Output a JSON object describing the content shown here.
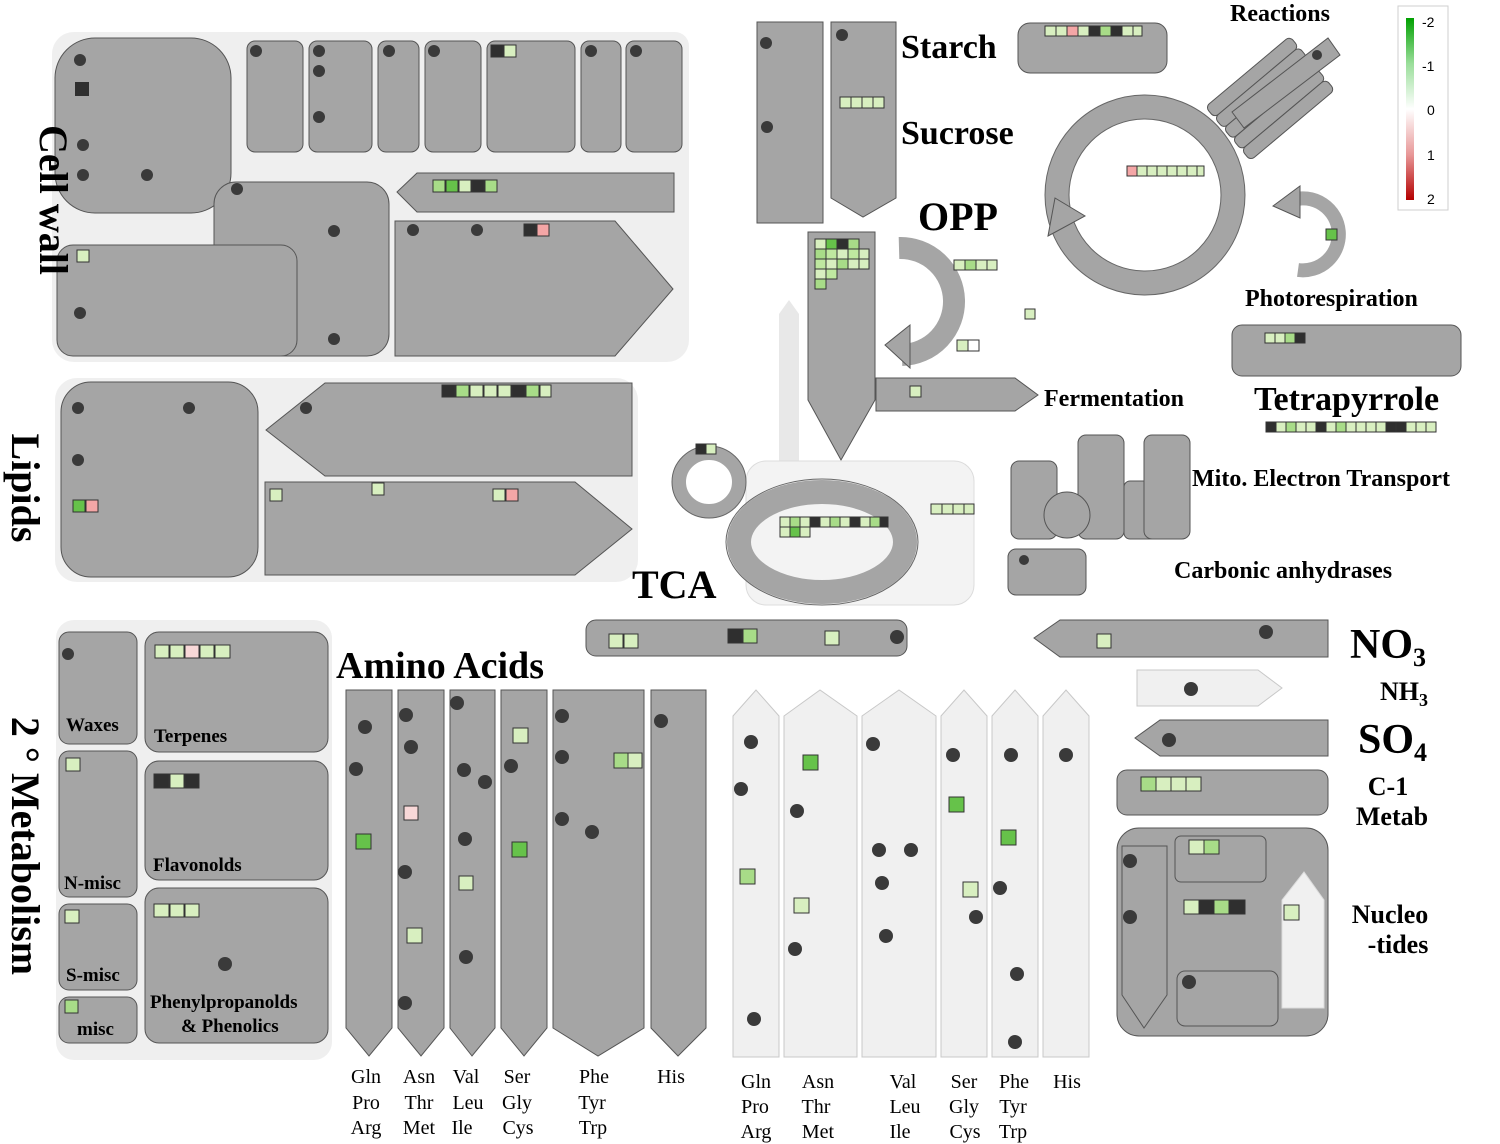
{
  "labels": {
    "cell_wall": "Cell wall",
    "lipids": "Lipids",
    "secondary_metabolism": "2 ° Metabolism",
    "starch": "Starch",
    "sucrose": "Sucrose",
    "opp": "OPP",
    "reactions": "Reactions",
    "photorespiration": "Photorespiration",
    "tetrapyrrole": "Tetrapyrrole",
    "fermentation": "Fermentation",
    "mito_electron_transport": "Mito. Electron Transport",
    "carbonic_anhydrases": "Carbonic anhydrases",
    "tca": "TCA",
    "amino_acids": "Amino Acids",
    "no3": "NO",
    "no3_sub": "3",
    "nh3": "NH",
    "nh3_sub": "3",
    "so4": "SO",
    "so4_sub": "4",
    "c1_line1": "C-1",
    "c1_line2": "Metab",
    "nucleotides_line1": "Nucleo",
    "nucleotides_line2": "-tides",
    "waxes": "Waxes",
    "terpenes": "Terpenes",
    "n_misc": "N-misc",
    "flavonoids": "Flavonolds",
    "s_misc": "S-misc",
    "misc": "misc",
    "phenylpropanoids_line1": "Phenylpropanolds",
    "phenylpropanoids_line2": "& Phenolics"
  },
  "amino_synthesis_columns": [
    {
      "lines": [
        "Gln",
        "Pro",
        "Arg"
      ]
    },
    {
      "lines": [
        "Asn",
        "Thr",
        "Met"
      ]
    },
    {
      "lines": [
        "Val",
        "Leu",
        "Ile"
      ]
    },
    {
      "lines": [
        "Ser",
        "Gly",
        "Cys"
      ]
    },
    {
      "lines": [
        "Phe",
        "Tyr",
        "Trp"
      ]
    },
    {
      "lines": [
        "His"
      ]
    }
  ],
  "amino_degradation_columns": [
    {
      "lines": [
        "Gln",
        "Pro",
        "Arg"
      ]
    },
    {
      "lines": [
        "Asn",
        "Thr",
        "Met"
      ]
    },
    {
      "lines": [
        "Val",
        "Leu",
        "Ile"
      ]
    },
    {
      "lines": [
        "Ser",
        "Gly",
        "Cys"
      ]
    },
    {
      "lines": [
        "Phe",
        "Tyr",
        "Trp"
      ]
    },
    {
      "lines": [
        "His"
      ]
    }
  ],
  "legend": {
    "ticks": [
      "-2",
      "-1",
      "0",
      "1",
      "2"
    ],
    "colors": {
      "high_neg": "#00a000",
      "mid_neg": "#c8f0c8",
      "zero": "#ffffff",
      "mid_pos": "#f0c8c8",
      "high_pos": "#b40000"
    }
  },
  "cell_colors": {
    "dark": "#2f2f2f",
    "pale_green": "#d8efc0",
    "light_green": "#a8dc88",
    "green": "#66c24a",
    "pink": "#f4a6a6",
    "pale_pink": "#f8d8d8",
    "lime": "#bfe8a0"
  }
}
